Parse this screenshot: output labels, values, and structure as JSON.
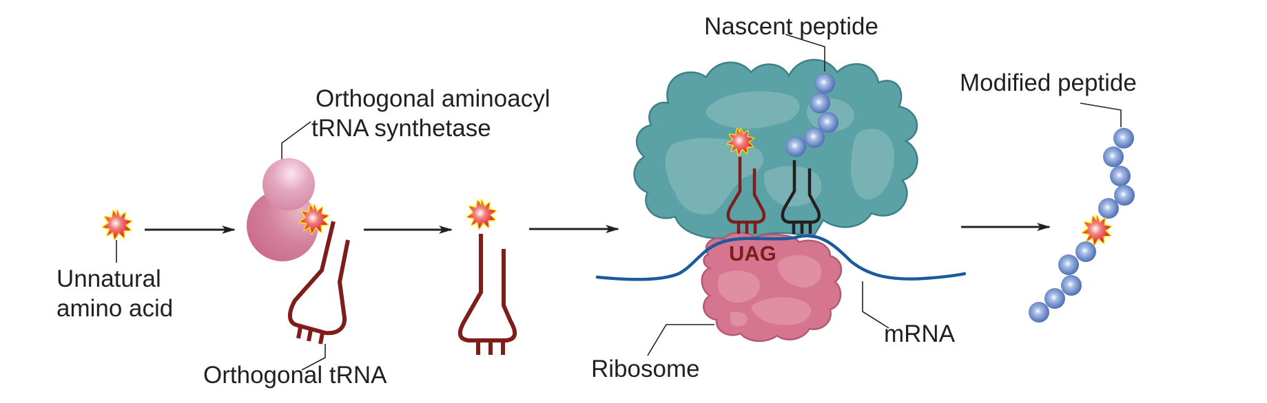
{
  "figure": {
    "title": "Genetic code expansion: incorporation of an unnatural amino acid via an orthogonal aminoacyl-tRNA synthetase / tRNA pair",
    "labels": {
      "unnatural_amino_acid_line1": "Unnatural",
      "unnatural_amino_acid_line2": "amino acid",
      "synthetase_line1": "Orthogonal aminoacyl",
      "synthetase_line2": "tRNA synthetase",
      "orthogonal_trna": "Orthogonal tRNA",
      "nascent_peptide": "Nascent peptide",
      "ribosome": "Ribosome",
      "mrna": "mRNA",
      "modified_peptide": "Modified peptide",
      "codon": "UAG"
    },
    "steps": [
      {
        "name": "unnatural amino acid"
      },
      {
        "name": "charging by orthogonal aminoacyl tRNA synthetase"
      },
      {
        "name": "aminoacylated orthogonal tRNA"
      },
      {
        "name": "decoding of UAG codon on ribosome"
      },
      {
        "name": "modified peptide"
      }
    ],
    "nascent_peptide_residue_count": 5,
    "modified_peptide_residues_before_uaa": 5,
    "modified_peptide_residues_after_uaa": 5,
    "colors": {
      "text": "#231f20",
      "trna_orthogonal": "#7f1d1a",
      "trna_native": "#231f20",
      "large_subunit": "#5aa2a6",
      "large_subunit_highlight": "#79b2b4",
      "small_subunit": "#d6758f",
      "small_subunit_highlight": "#e08ea3",
      "synthetase": "#d27c97",
      "mrna": "#1b5a9c",
      "amino_acid_bead": "#5577bb",
      "unnatural_amino_acid": "#e3262a",
      "unnatural_amino_acid_outline": "#ffe500"
    }
  }
}
